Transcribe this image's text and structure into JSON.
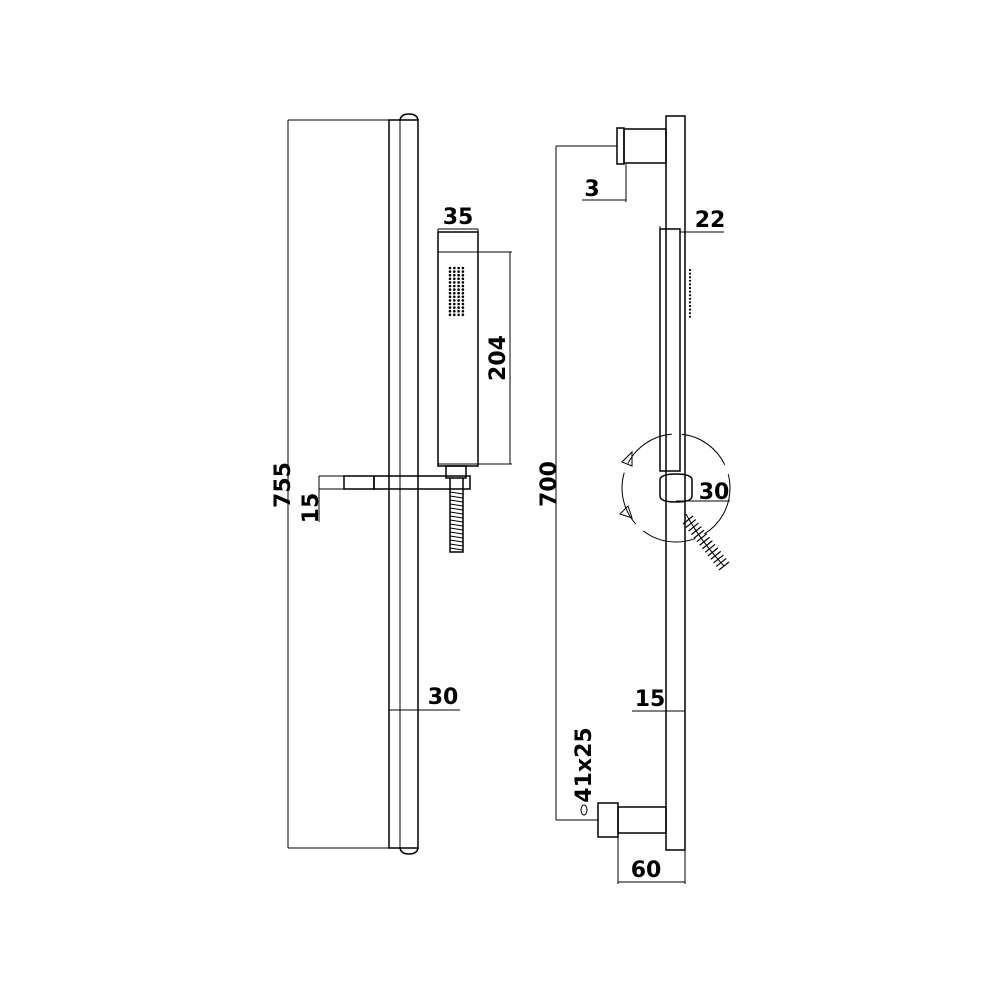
{
  "dimensions": {
    "bar_length": "755",
    "bracket_thickness": "15",
    "handshower_width": "35",
    "handshower_length": "204",
    "bar_width": "30",
    "wall_distance": "3",
    "head_depth": "22",
    "fixing_centres": "700",
    "tilt_angle": "30",
    "bar_depth": "15",
    "bracket_size": "41x25",
    "projection": "60"
  }
}
